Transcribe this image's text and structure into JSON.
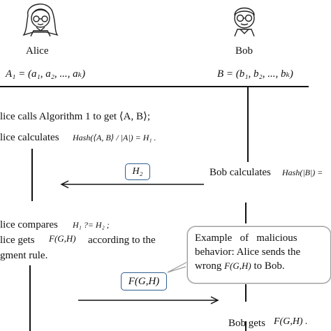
{
  "alice": {
    "name": "Alice",
    "set": "A₁ = (a₁, a₂, ..., aₖ)"
  },
  "bob": {
    "name": "Bob",
    "set": "B = (b₁, b₂, ..., bₖ)"
  },
  "steps": {
    "alice_call": "lice calls Algorithm 1 to get ⟨A, B⟩;",
    "alice_calc_label": "lice calculates",
    "alice_calc_formula": "Hash(⟨A, B⟩ / |A|) = H₁ .",
    "bob_calc_label": "Bob calculates",
    "bob_calc_formula": "Hash(|B|) =",
    "alice_compare_label": "lice compares",
    "alice_compare_formula": "H₁ ?= H₂ ;",
    "alice_gets_label": "lice gets",
    "alice_gets_formula": "F(G,H)",
    "alice_gets_tail": "according to the",
    "judgment_rule": "gment rule.",
    "bob_gets_label": "Bob gets",
    "bob_gets_formula": "F(G,H) ."
  },
  "messages": {
    "h2": "H₂",
    "fgh": "F(G,H)"
  },
  "callout": {
    "line1": "Example   of   malicious",
    "line2": "behavior: Alice sends the",
    "line3_pre": "wrong",
    "line3_formula": "F(G,H)",
    "line3_post": "to Bob."
  }
}
